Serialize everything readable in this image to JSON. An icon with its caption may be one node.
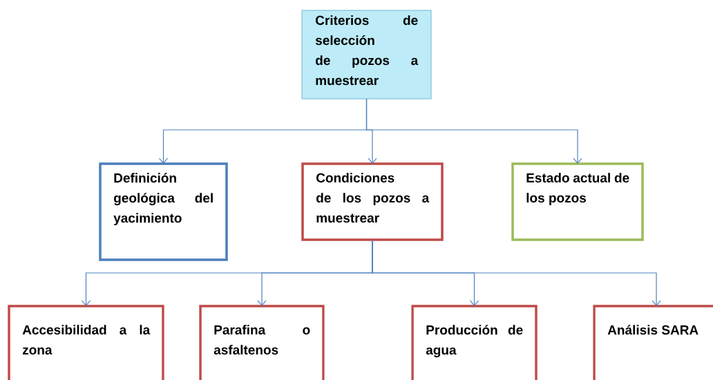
{
  "diagram": {
    "nodes": [
      {
        "text": [
          "Criterios de selección de pozos a muestrear"
        ]
      },
      {
        "text": [
          "Definición geológica del yacimiento"
        ]
      },
      {
        "text": [
          "Condiciones de los pozos a muestrear"
        ]
      },
      {
        "text": [
          "Estado actual de los pozos"
        ]
      },
      {
        "text": [
          "Accesibilidad a la zona"
        ]
      },
      {
        "text": [
          "Parafina o asfaltenos"
        ]
      },
      {
        "text": [
          "Producción de agua"
        ]
      },
      {
        "text": [
          "Análisis SARA"
        ]
      }
    ],
    "edges": [
      {
        "from": 0,
        "to": 1,
        "arrow": "to"
      },
      {
        "from": 0,
        "to": 2,
        "arrow": "to"
      },
      {
        "from": 0,
        "to": 3,
        "arrow": "to"
      },
      {
        "from": 2,
        "to": 4,
        "arrow": "to"
      },
      {
        "from": 2,
        "to": 5,
        "arrow": "to"
      },
      {
        "from": 2,
        "to": 6,
        "arrow": "to"
      },
      {
        "from": 2,
        "to": 7,
        "arrow": "to"
      }
    ]
  }
}
